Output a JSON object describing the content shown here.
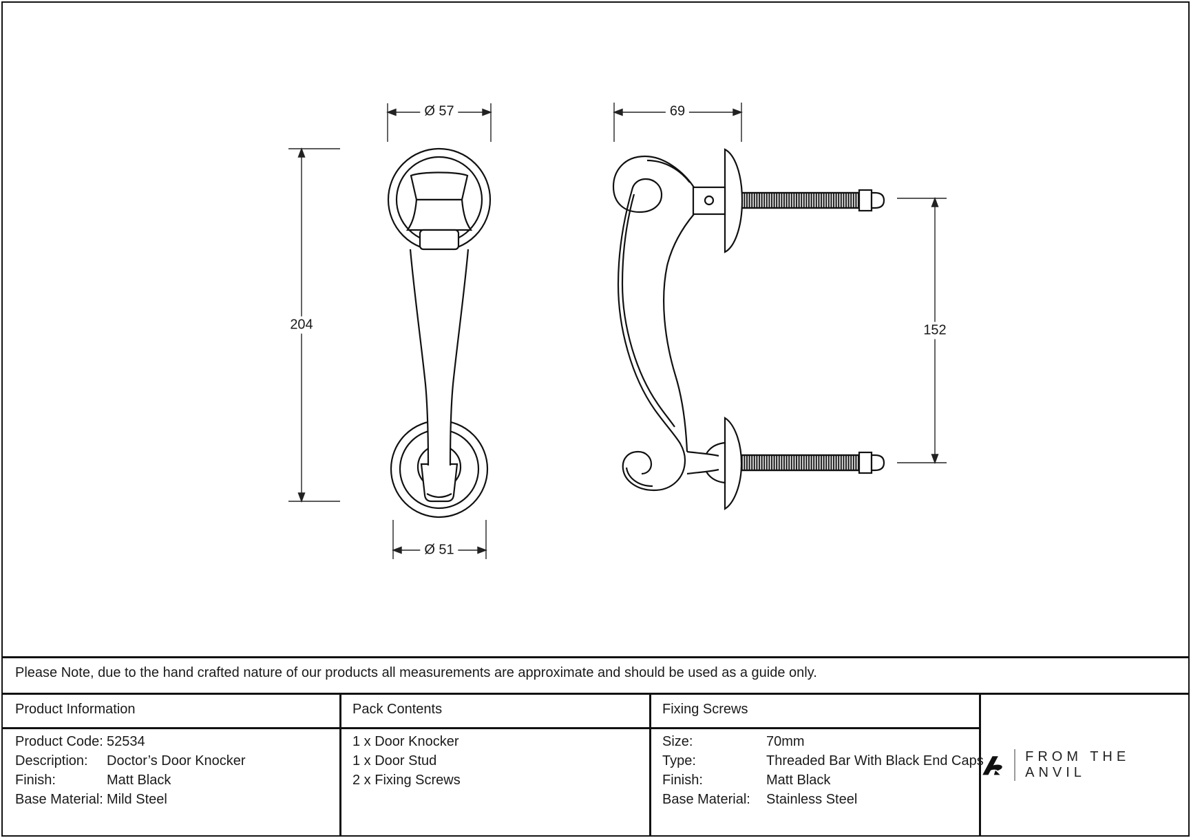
{
  "drawing": {
    "front_view": {
      "dim_top_diameter": "Ø 57",
      "dim_height": "204",
      "dim_bottom_diameter": "Ø 51"
    },
    "side_view": {
      "dim_projection": "69",
      "dim_fixing_centres": "152"
    }
  },
  "note": "Please Note, due to the hand crafted nature of our products all measurements are approximate and should be used as a guide only.",
  "table": {
    "product_information": {
      "title": "Product Information",
      "rows": [
        {
          "label": "Product Code:",
          "value": "52534"
        },
        {
          "label": "Description:",
          "value": "Doctor’s Door Knocker"
        },
        {
          "label": "Finish:",
          "value": "Matt Black"
        },
        {
          "label": "Base Material:",
          "value": "Mild Steel"
        }
      ]
    },
    "pack_contents": {
      "title": "Pack Contents",
      "items": [
        "1 x Door Knocker",
        "1 x Door Stud",
        "2 x Fixing Screws"
      ]
    },
    "fixing_screws": {
      "title": "Fixing Screws",
      "rows": [
        {
          "label": "Size:",
          "value": "70mm"
        },
        {
          "label": "Type:",
          "value": "Threaded Bar With Black End Caps"
        },
        {
          "label": "Finish:",
          "value": "Matt Black"
        },
        {
          "label": "Base Material:",
          "value": "Stainless Steel"
        }
      ]
    }
  },
  "brand": {
    "name": "FROM THE ANVIL"
  },
  "colors": {
    "line": "#111111",
    "dimension_line": "#222222",
    "logo_separator": "#9a9a9a"
  }
}
